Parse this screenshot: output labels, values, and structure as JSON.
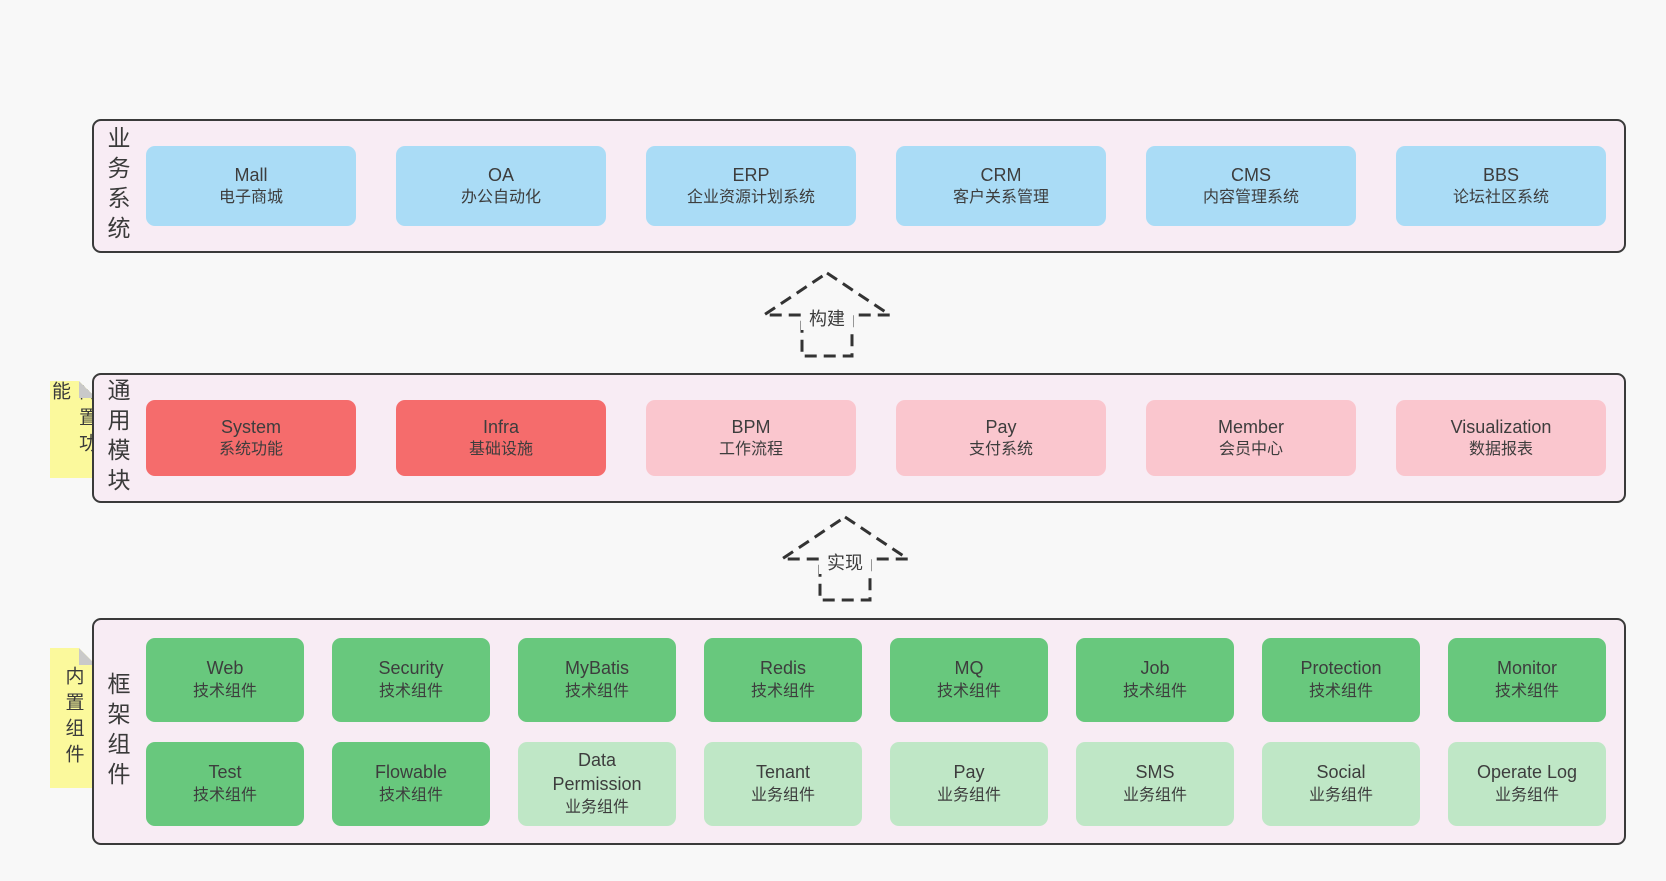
{
  "colors": {
    "page_background": "#f8f8f8",
    "band_background": "#f8ecf4",
    "band_border": "#3a3a3a",
    "box_blue": "#aadcf6",
    "box_red": "#f56c6c",
    "box_pink": "#fac6ce",
    "box_green": "#68c87d",
    "box_lightgreen": "#bfe7c6",
    "sticky_yellow": "#fbf99c",
    "sticky_fold_gray": "#c9c9c9",
    "text": "#3d3d3d"
  },
  "sections": {
    "business": {
      "label": "业务系统",
      "items": [
        {
          "name": "Mall",
          "subtitle": "电子商城",
          "variant": "blue"
        },
        {
          "name": "OA",
          "subtitle": "办公自动化",
          "variant": "blue"
        },
        {
          "name": "ERP",
          "subtitle": "企业资源计划系统",
          "variant": "blue"
        },
        {
          "name": "CRM",
          "subtitle": "客户关系管理",
          "variant": "blue"
        },
        {
          "name": "CMS",
          "subtitle": "内容管理系统",
          "variant": "blue"
        },
        {
          "name": "BBS",
          "subtitle": "论坛社区系统",
          "variant": "blue"
        }
      ]
    },
    "modules": {
      "label": "通用模块",
      "sticky": "内置功能",
      "items": [
        {
          "name": "System",
          "subtitle": "系统功能",
          "variant": "red"
        },
        {
          "name": "Infra",
          "subtitle": "基础设施",
          "variant": "red"
        },
        {
          "name": "BPM",
          "subtitle": "工作流程",
          "variant": "pink"
        },
        {
          "name": "Pay",
          "subtitle": "支付系统",
          "variant": "pink"
        },
        {
          "name": "Member",
          "subtitle": "会员中心",
          "variant": "pink"
        },
        {
          "name": "Visualization",
          "subtitle": "数据报表",
          "variant": "pink"
        }
      ]
    },
    "components": {
      "label": "框架组件",
      "sticky": "内置组件",
      "rows": [
        [
          {
            "name": "Web",
            "subtitle": "技术组件",
            "variant": "green"
          },
          {
            "name": "Security",
            "subtitle": "技术组件",
            "variant": "green"
          },
          {
            "name": "MyBatis",
            "subtitle": "技术组件",
            "variant": "green"
          },
          {
            "name": "Redis",
            "subtitle": "技术组件",
            "variant": "green"
          },
          {
            "name": "MQ",
            "subtitle": "技术组件",
            "variant": "green"
          },
          {
            "name": "Job",
            "subtitle": "技术组件",
            "variant": "green"
          },
          {
            "name": "Protection",
            "subtitle": "技术组件",
            "variant": "green"
          },
          {
            "name": "Monitor",
            "subtitle": "技术组件",
            "variant": "green"
          }
        ],
        [
          {
            "name": "Test",
            "subtitle": "技术组件",
            "variant": "green"
          },
          {
            "name": "Flowable",
            "subtitle": "技术组件",
            "variant": "green"
          },
          {
            "name": "Data Permission",
            "subtitle": "业务组件",
            "variant": "lightgreen"
          },
          {
            "name": "Tenant",
            "subtitle": "业务组件",
            "variant": "lightgreen"
          },
          {
            "name": "Pay",
            "subtitle": "业务组件",
            "variant": "lightgreen"
          },
          {
            "name": "SMS",
            "subtitle": "业务组件",
            "variant": "lightgreen"
          },
          {
            "name": "Social",
            "subtitle": "业务组件",
            "variant": "lightgreen"
          },
          {
            "name": "Operate Log",
            "subtitle": "业务组件",
            "variant": "lightgreen"
          }
        ]
      ]
    }
  },
  "arrows": [
    {
      "label": "构建"
    },
    {
      "label": "实现"
    }
  ]
}
